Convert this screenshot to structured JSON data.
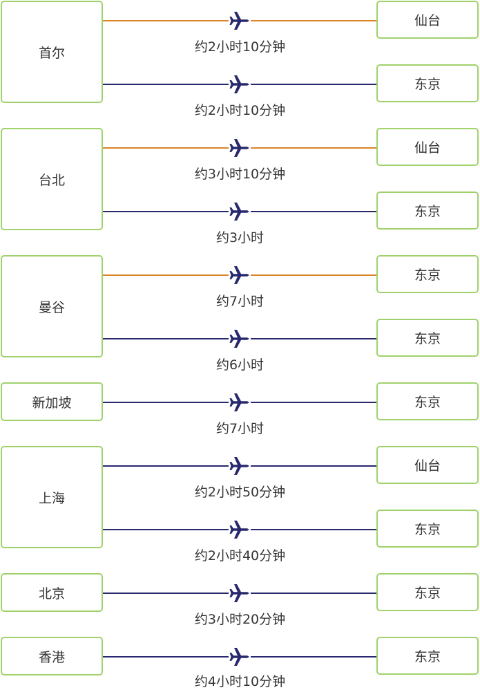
{
  "colors": {
    "border": "#9fd26a",
    "orange_route": "#d98426",
    "navy_route": "#27286d",
    "plane": "#27286d"
  },
  "groups": [
    {
      "origin": "首尔",
      "routes": [
        {
          "dest": "仙台",
          "duration": "约2小时10分钟",
          "color": "orange"
        },
        {
          "dest": "东京",
          "duration": "约2小时10分钟",
          "color": "navy"
        }
      ]
    },
    {
      "origin": "台北",
      "routes": [
        {
          "dest": "仙台",
          "duration": "约3小时10分钟",
          "color": "orange"
        },
        {
          "dest": "东京",
          "duration": "约3小时",
          "color": "navy"
        }
      ]
    },
    {
      "origin": "曼谷",
      "routes": [
        {
          "dest": "东京",
          "duration": "约7小时",
          "color": "orange"
        },
        {
          "dest": "东京",
          "duration": "约6小时",
          "color": "navy"
        }
      ]
    },
    {
      "origin": "新加坡",
      "routes": [
        {
          "dest": "东京",
          "duration": "约7小时",
          "color": "navy"
        }
      ]
    },
    {
      "origin": "上海",
      "routes": [
        {
          "dest": "仙台",
          "duration": "约2小时50分钟",
          "color": "navy"
        },
        {
          "dest": "东京",
          "duration": "约2小时40分钟",
          "color": "navy"
        }
      ]
    },
    {
      "origin": "北京",
      "routes": [
        {
          "dest": "东京",
          "duration": "约3小时20分钟",
          "color": "navy"
        }
      ]
    },
    {
      "origin": "香港",
      "routes": [
        {
          "dest": "东京",
          "duration": "约4小时10分钟",
          "color": "navy"
        }
      ]
    }
  ]
}
